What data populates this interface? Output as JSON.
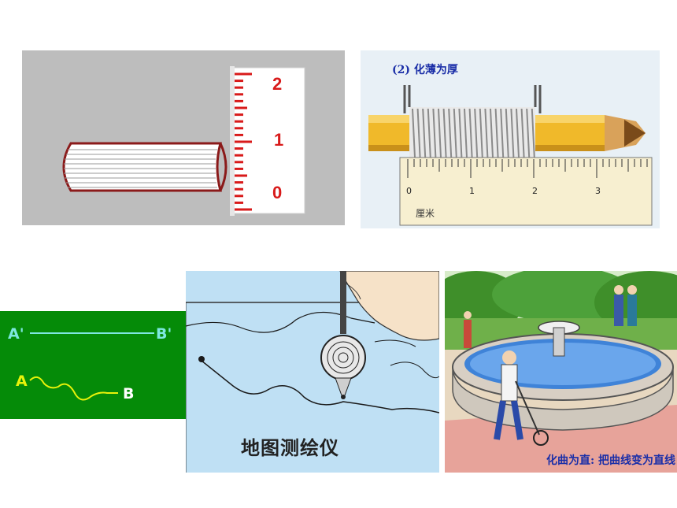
{
  "panel1": {
    "scale_labels": [
      "2",
      "1",
      "0"
    ]
  },
  "panel2": {
    "caption": "(2) 化薄为厚",
    "ruler_labels": [
      "0",
      "1",
      "2",
      "3"
    ],
    "unit": "厘米"
  },
  "panel3": {
    "label_a_prime": "A'",
    "label_b_prime": "B'",
    "label_a": "A",
    "label_b": "B",
    "colors": {
      "straight": "#7ee8e0",
      "curve": "#e8f20a",
      "background": "#058b08"
    }
  },
  "panel4": {
    "caption": "地图测绘仪"
  },
  "panel5": {
    "caption": "化曲为直: 把曲线变为直线"
  }
}
